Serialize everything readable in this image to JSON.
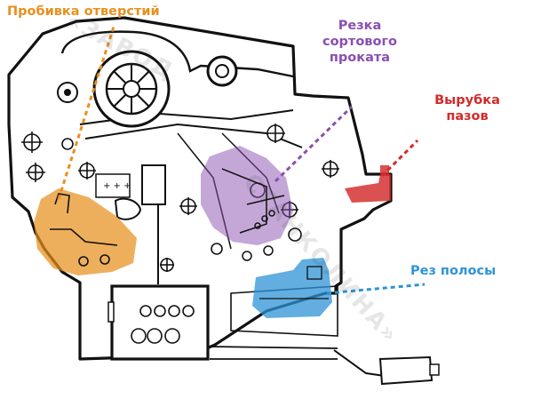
{
  "labels": {
    "punching": "Пробивка отверстий",
    "section": [
      "Резка",
      "сортового",
      "проката"
    ],
    "notching": [
      "Вырубка",
      "пазов"
    ],
    "strip": "Рез полосы"
  },
  "watermark": [
    "«ЗАВОД",
    "СТАНКОЛИНА»"
  ],
  "colors": {
    "punching": "#e8901e",
    "section": "#8a4fb0",
    "notching": "#d32a2a",
    "strip": "#2d93d6",
    "outline": "#111111"
  }
}
